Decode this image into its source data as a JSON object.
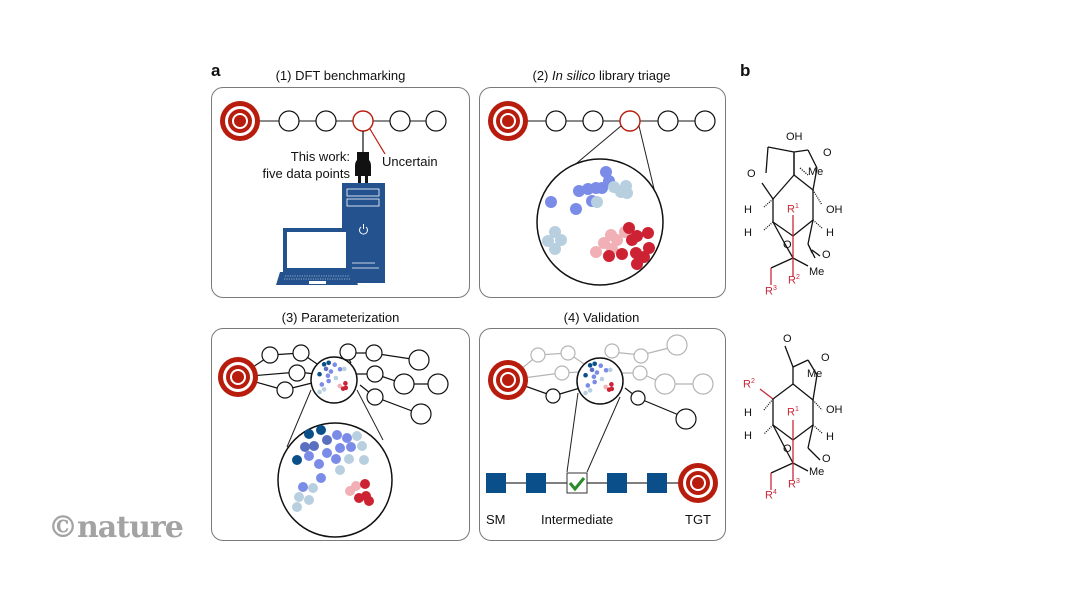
{
  "figure": {
    "panel_a_letter": "a",
    "panel_b_letter": "b",
    "logo": "©nature",
    "colors": {
      "target_red": "#b81c0c",
      "uncertain_red": "#b81c0c",
      "computer_blue": "#23528e",
      "square_blue": "#0a4e8a",
      "check_green": "#2b8a2b",
      "dot_dark_blue": "#0b4f8a",
      "dot_mid_blue": "#5a6fbf",
      "dot_periwinkle": "#7b8ce8",
      "dot_light_blue": "#b8cfe0",
      "dot_pink": "#f0b0b5",
      "dot_red": "#cc2233",
      "grey_node": "#b5b5b5",
      "substituent_red": "#c8283a"
    }
  },
  "panels": {
    "p1": {
      "title": "(1) DFT benchmarking",
      "this_work_line1": "This work:",
      "this_work_line2": "five data points",
      "uncertain": "Uncertain"
    },
    "p2": {
      "title_italic": "In silico",
      "title_prefix": "(2) ",
      "title_suffix": " library triage"
    },
    "p3": {
      "title": "(3) Parameterization"
    },
    "p4": {
      "title": "(4) Validation",
      "sm": "SM",
      "intermediate": "Intermediate",
      "tgt": "TGT"
    }
  },
  "structures": {
    "top": {
      "labels": [
        "OH",
        "O",
        "O",
        "Me",
        "H",
        "OH",
        "H",
        "H",
        "O",
        "O",
        "Me"
      ],
      "substituents": [
        "R1",
        "R2",
        "R3"
      ]
    },
    "bottom": {
      "labels": [
        "O",
        "O",
        "Me",
        "H",
        "OH",
        "H",
        "H",
        "O",
        "O",
        "Me"
      ],
      "substituents": [
        "R1",
        "R2",
        "R3",
        "R4"
      ]
    }
  }
}
